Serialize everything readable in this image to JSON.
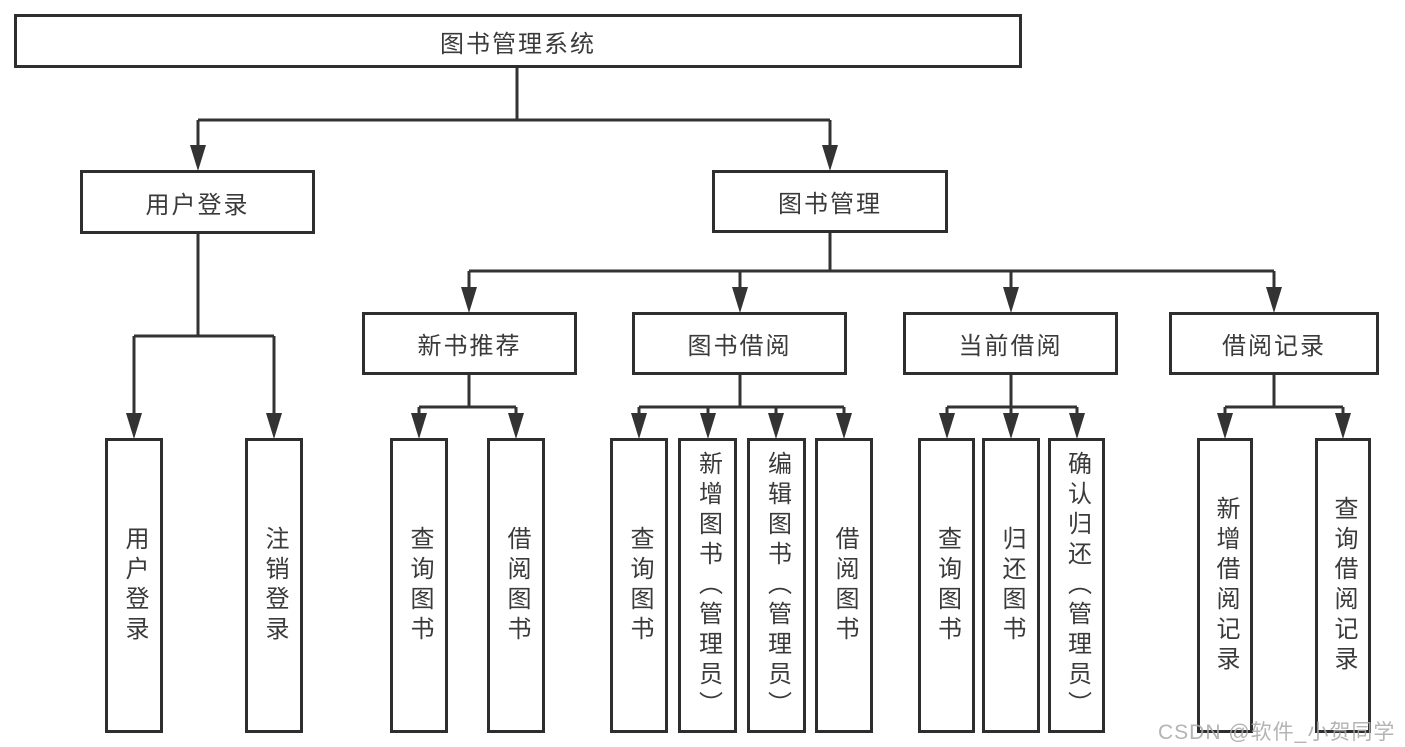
{
  "diagram_title": "图书管理系统",
  "colors": {
    "line": "#333333",
    "box_border": "#2e2e2e",
    "text": "#3a3a3a",
    "box_background": "#ffffff",
    "watermark": "#aaaaaa"
  },
  "tree": {
    "root": {
      "label": "图书管理系统",
      "children": [
        {
          "label": "用户登录",
          "children": [
            {
              "label": "用户登录"
            },
            {
              "label": "注销登录"
            }
          ]
        },
        {
          "label": "图书管理",
          "children": [
            {
              "label": "新书推荐",
              "children": [
                {
                  "label": "查询图书"
                },
                {
                  "label": "借阅图书"
                }
              ]
            },
            {
              "label": "图书借阅",
              "children": [
                {
                  "label": "查询图书"
                },
                {
                  "label": "新增图书（管理员）"
                },
                {
                  "label": "编辑图书（管理员）"
                },
                {
                  "label": "借阅图书"
                }
              ]
            },
            {
              "label": "当前借阅",
              "children": [
                {
                  "label": "查询图书"
                },
                {
                  "label": "归还图书"
                },
                {
                  "label": "确认归还（管理员）"
                }
              ]
            },
            {
              "label": "借阅记录",
              "children": [
                {
                  "label": "新增借阅记录"
                },
                {
                  "label": "查询借阅记录"
                }
              ]
            }
          ]
        }
      ]
    }
  },
  "watermark": "CSDN @软件_小贺同学"
}
